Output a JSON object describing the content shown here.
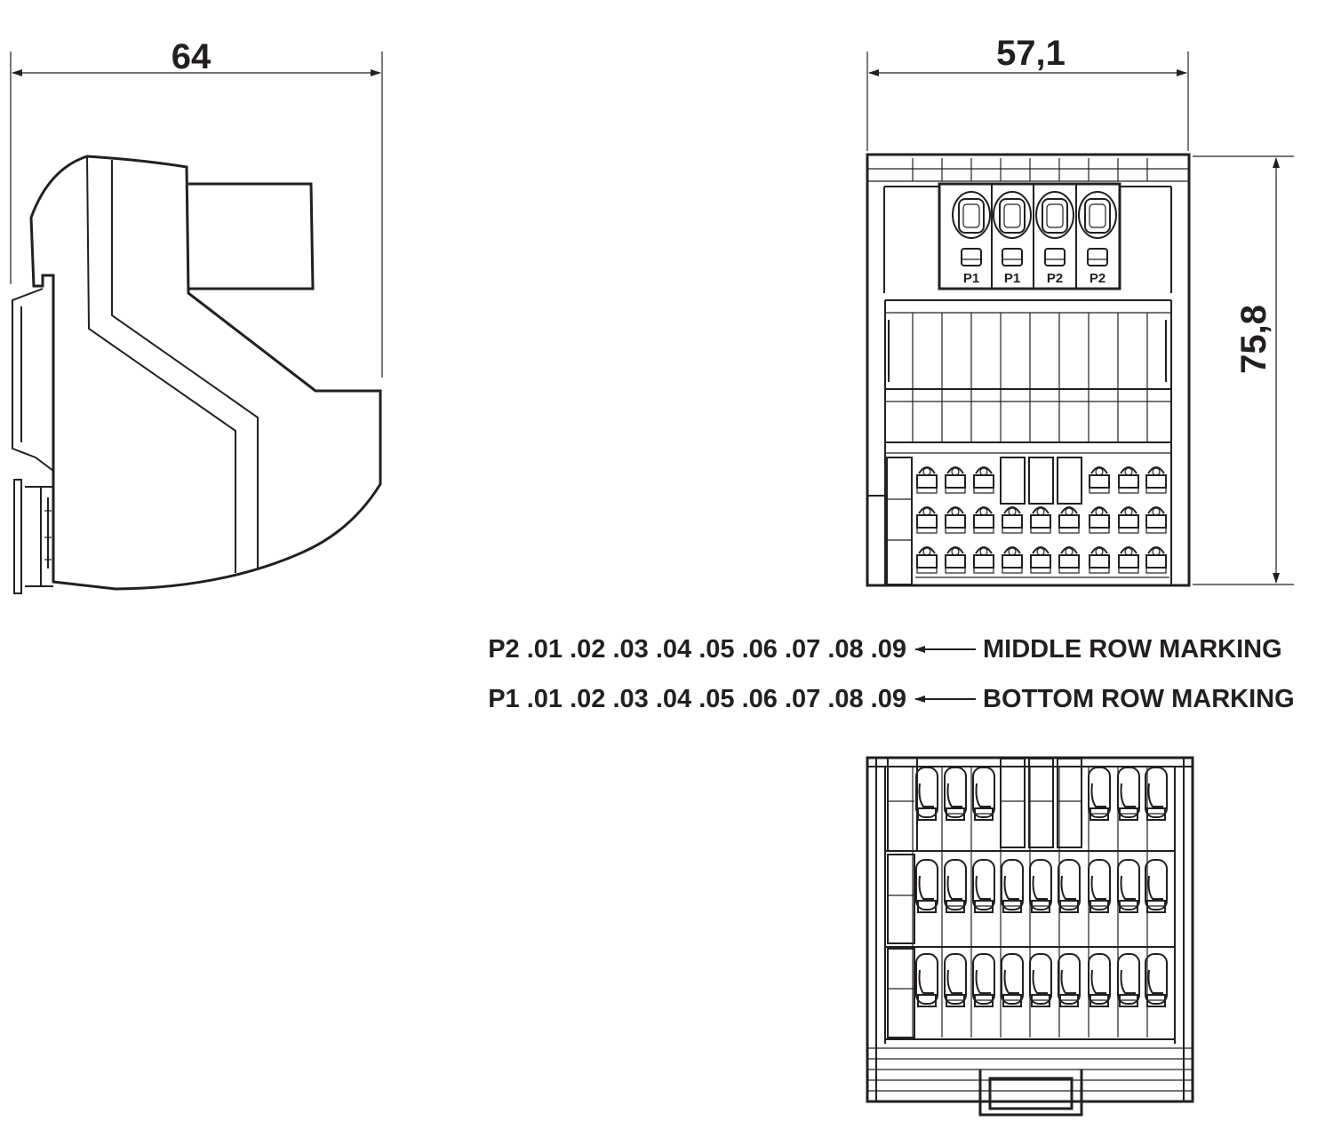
{
  "dimensions": {
    "side_width": "64",
    "front_width": "57,1",
    "front_height": "75,8"
  },
  "plugs": [
    "P1",
    "P1",
    "P2",
    "P2"
  ],
  "markings": {
    "middle": {
      "codes": "P2 .01 .02 .03 .04 .05 .06 .07 .08 .09",
      "label": "MIDDLE ROW MARKING"
    },
    "bottom": {
      "codes": "P1 .01 .02 .03 .04 .05 .06 .07 .08 .09",
      "label": "BOTTOM ROW MARKING"
    }
  },
  "colors": {
    "line": "#231f20",
    "background": "#ffffff"
  }
}
